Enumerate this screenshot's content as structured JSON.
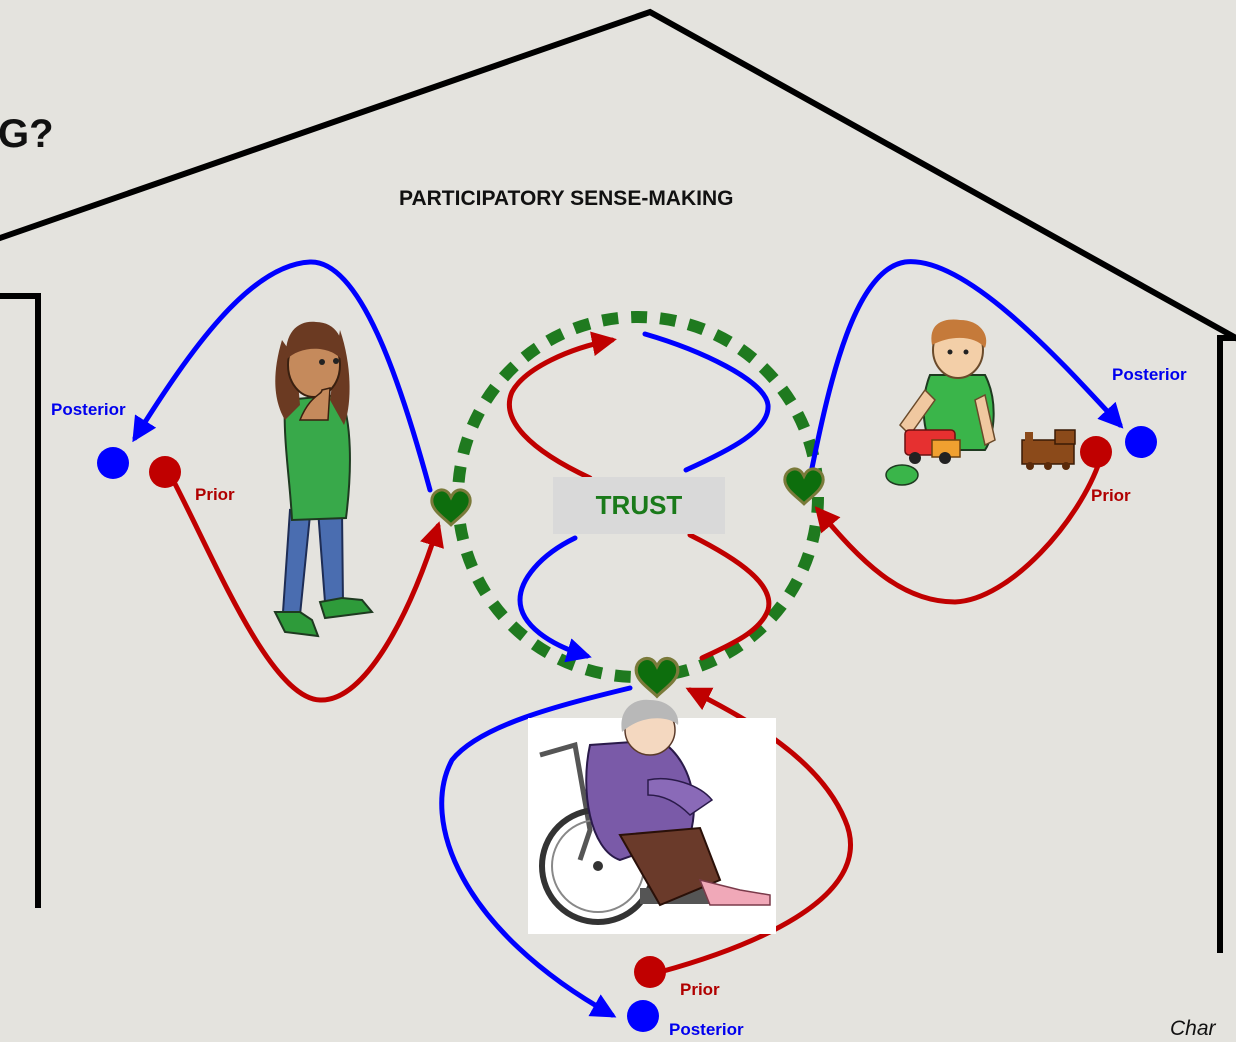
{
  "title_fragment": "G?",
  "house_label": "PARTICIPATORY SENSE-MAKING",
  "center_label": "TRUST",
  "agents": {
    "girl": {
      "posterior_label": "Posterior",
      "prior_label": "Prior"
    },
    "boy": {
      "posterior_label": "Posterior",
      "prior_label": "Prior"
    },
    "grandma": {
      "posterior_label": "Posterior",
      "prior_label": "Prior"
    }
  },
  "credit_fragment": "Char",
  "colors": {
    "background": "#e4e3de",
    "house_outline": "#000000",
    "posterior": "#0000ff",
    "prior": "#c00000",
    "trust_ring": "#1f7a1f",
    "heart": "#0d6e0d"
  },
  "icons": [
    "heart-icon",
    "girl-figure",
    "boy-with-toys-figure",
    "grandmother-wheelchair-figure"
  ]
}
